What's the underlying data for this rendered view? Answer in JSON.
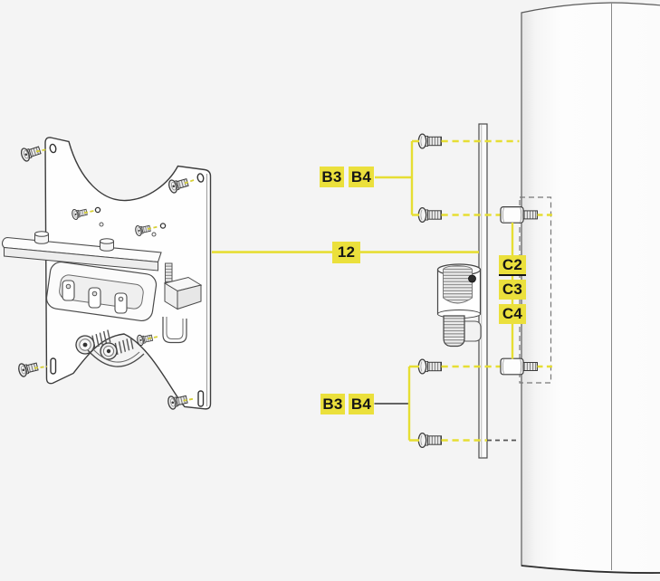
{
  "diagram": {
    "background_color": "#f4f4f4",
    "highlight_color": "#ebe03c",
    "line_color": "#e6de33",
    "outline_color": "#3c3c3c",
    "callouts": {
      "screws_top": {
        "labels": [
          "B3",
          "B4"
        ]
      },
      "screws_bottom": {
        "labels": [
          "B3",
          "B4"
        ]
      },
      "bracket": {
        "label": "12"
      },
      "spacers": {
        "labels": [
          "C2",
          "C3",
          "C4"
        ]
      }
    },
    "parts": [
      "vesa-monitor-bracket",
      "tilt-clevis",
      "spring-bolts",
      "mounting-screws",
      "edge-on-mounting-plate",
      "standoff-spacers",
      "threaded-adapter",
      "pole-column",
      "mounting-position-outline"
    ]
  }
}
